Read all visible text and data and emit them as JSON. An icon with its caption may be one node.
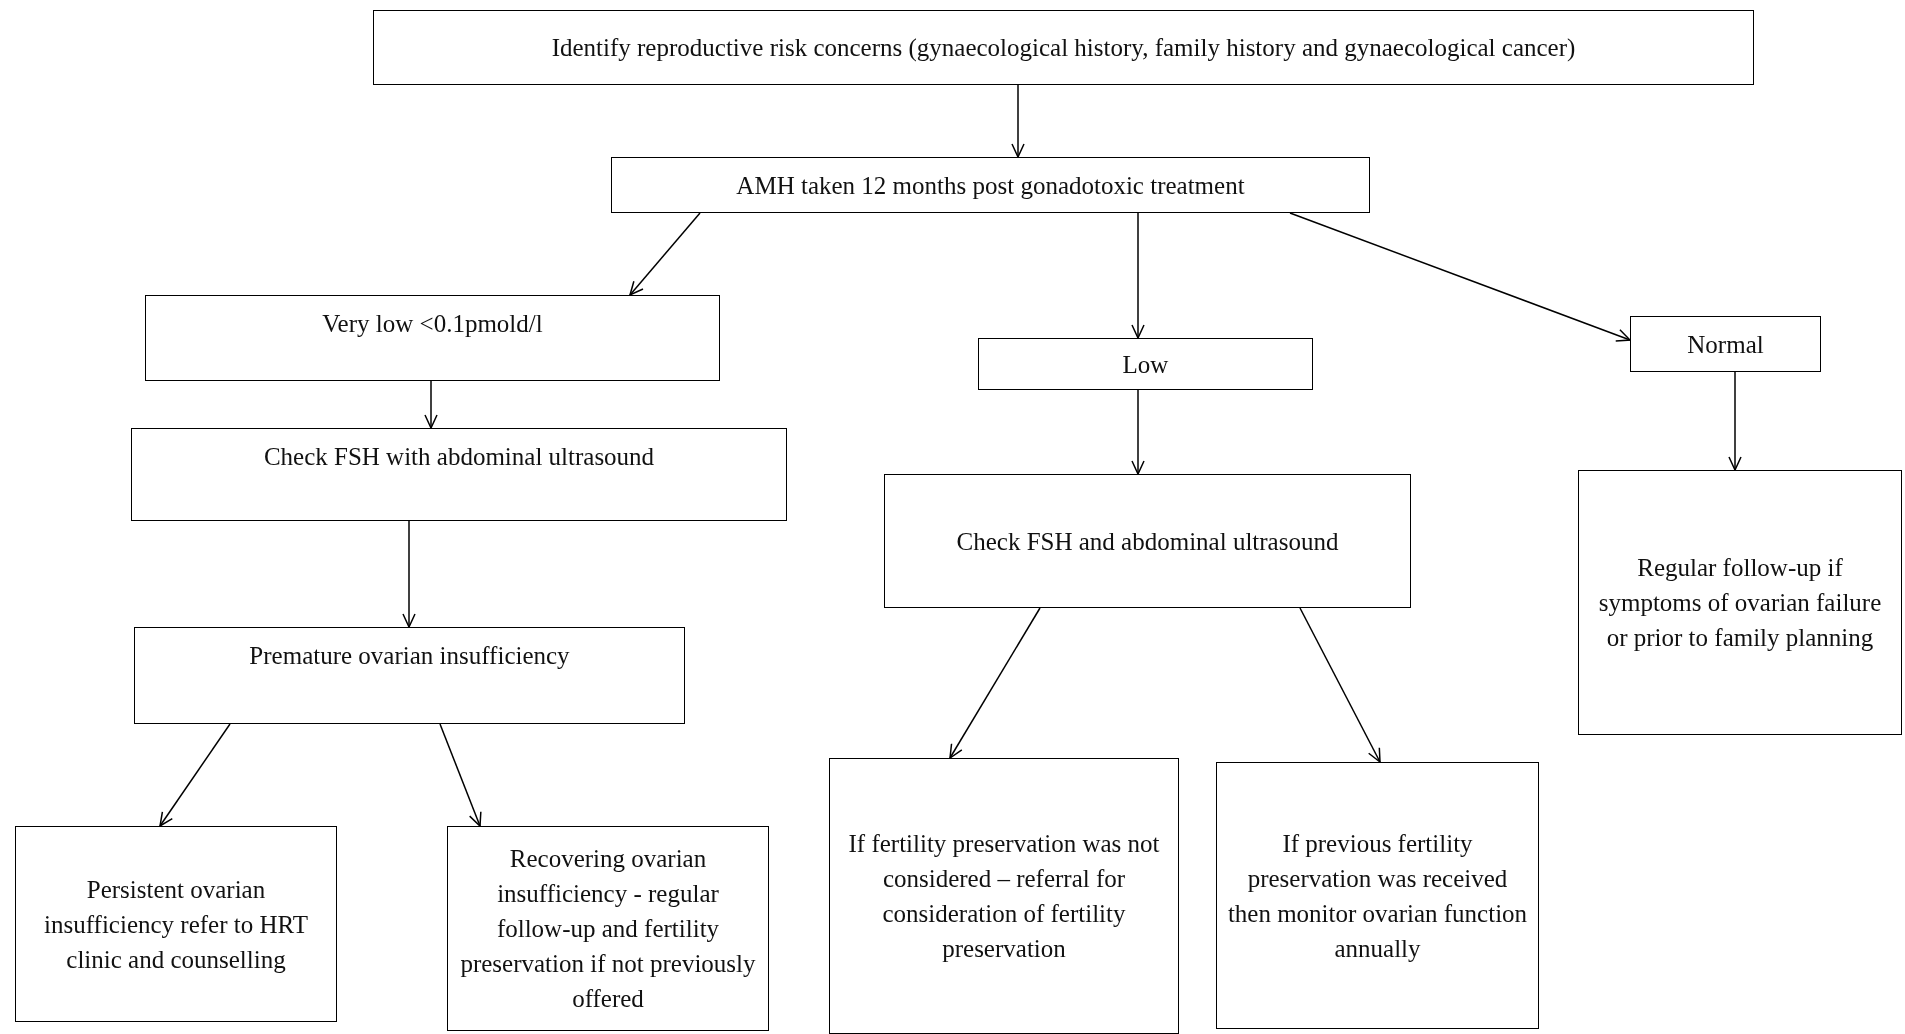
{
  "diagram": {
    "nodes": [
      {
        "text": [
          "Identify reproductive risk concerns (gynaecological history, family history and gynaecological cancer)"
        ]
      },
      {
        "text": [
          "AMH taken 12 months post gonadotoxic treatment"
        ]
      },
      {
        "text": [
          "Very low <0.1pmold/l"
        ]
      },
      {
        "text": [
          "Low"
        ]
      },
      {
        "text": [
          "Normal"
        ]
      },
      {
        "text": [
          "Check FSH with abdominal ultrasound"
        ]
      },
      {
        "text": [
          "Check FSH and abdominal ultrasound"
        ]
      },
      {
        "text": [
          "Regular follow-up if symptoms of ovarian failure or prior to family planning"
        ]
      },
      {
        "text": [
          "Premature ovarian insufficiency"
        ]
      },
      {
        "text": [
          "Persistent ovarian insufficiency refer to HRT clinic and counselling"
        ]
      },
      {
        "text": [
          "Recovering ovarian insufficiency - regular follow-up and fertility preservation if not previously offered"
        ]
      },
      {
        "text": [
          "If fertility preservation was not considered – referral for consideration of fertility preservation"
        ]
      },
      {
        "text": [
          "If previous fertility preservation was received then monitor ovarian function annually"
        ]
      }
    ],
    "edges": [
      {
        "from": 0,
        "to": 1,
        "arrow": "to"
      },
      {
        "from": 1,
        "to": 2,
        "arrow": "to"
      },
      {
        "from": 1,
        "to": 3,
        "arrow": "to"
      },
      {
        "from": 1,
        "to": 4,
        "arrow": "to"
      },
      {
        "from": 2,
        "to": 5,
        "arrow": "to"
      },
      {
        "from": 3,
        "to": 6,
        "arrow": "to"
      },
      {
        "from": 4,
        "to": 7,
        "arrow": "to"
      },
      {
        "from": 5,
        "to": 8,
        "arrow": "to"
      },
      {
        "from": 6,
        "to": 11,
        "arrow": "to"
      },
      {
        "from": 6,
        "to": 12,
        "arrow": "to"
      },
      {
        "from": 8,
        "to": 9,
        "arrow": "to"
      },
      {
        "from": 8,
        "to": 10,
        "arrow": "to"
      }
    ]
  }
}
